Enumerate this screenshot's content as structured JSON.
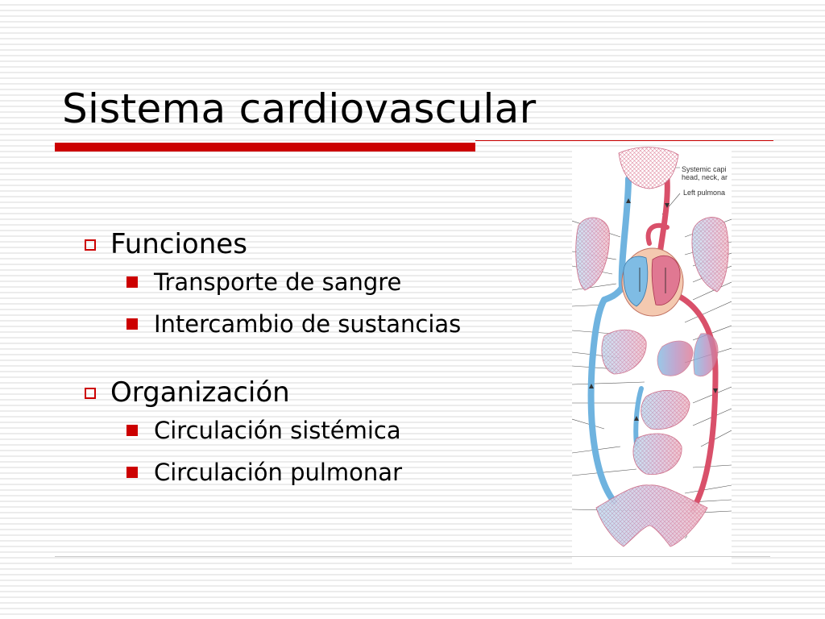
{
  "slide": {
    "title": "Sistema cardiovascular"
  },
  "outline": [
    {
      "label": "Funciones",
      "items": [
        "Transporte de sangre",
        "Intercambio de sustancias"
      ]
    },
    {
      "label": "Organización",
      "items": [
        "Circulación sistémica",
        "Circulación pulmonar"
      ]
    }
  ],
  "figure": {
    "labels": [
      "Systemic capi",
      "head, neck, ar",
      "Left pulmona"
    ]
  },
  "colors": {
    "accent": "#cc0000",
    "artery": "#d9506a",
    "vein": "#6fb3df"
  }
}
